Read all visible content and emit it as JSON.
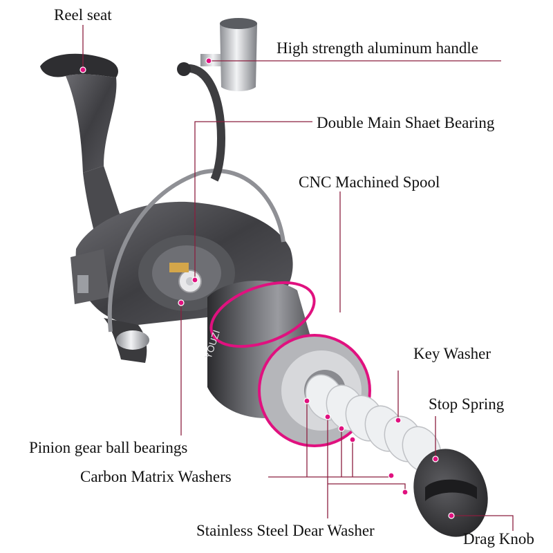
{
  "colors": {
    "leader_line": "#8b1e3f",
    "marker_dot": "#e0117f",
    "spool_accent": "#e0117f",
    "reel_body": "#4a4a4e",
    "metal_silver": "#c9cbcf"
  },
  "labels": {
    "reel_seat": "Reel seat",
    "handle": "High strength aluminum handle",
    "main_shaft_bearing": "Double  Main Shaet Bearing",
    "spool": "CNC Machined Spool",
    "key_washer": "Key Washer",
    "stop_spring": "Stop Spring",
    "pinion_bearings": "Pinion  gear ball bearings",
    "carbon_washers": "Carbon Matrix Washers",
    "steel_washer": "Stainless Steel Dear Washer",
    "drag_knob": "Drag Knob"
  },
  "spool_print": "YOUZI"
}
